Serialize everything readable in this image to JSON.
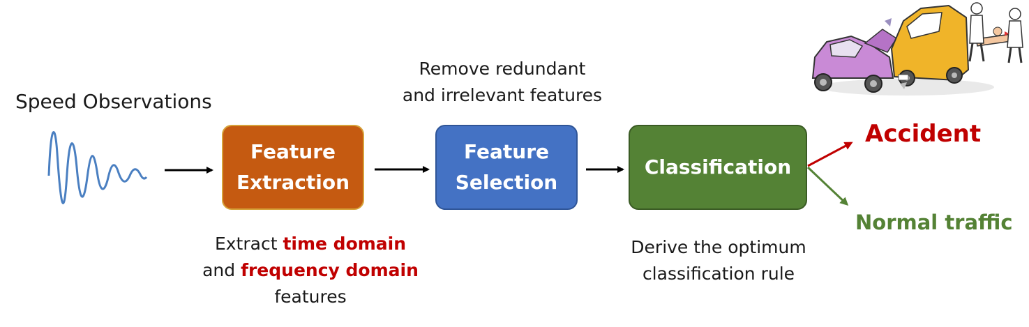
{
  "input": {
    "label": "Speed Observations"
  },
  "steps": [
    {
      "label_line1": "Feature",
      "label_line2": "Extraction",
      "color": "#c55a11"
    },
    {
      "label_line1": "Feature",
      "label_line2": "Selection",
      "color": "#4472c4"
    },
    {
      "label": "Classification",
      "color": "#548235"
    }
  ],
  "annotations": {
    "extraction": {
      "prefix": "Extract ",
      "highlight1": "time domain",
      "middle": "and ",
      "highlight2": "frequency domain",
      "suffix": "features"
    },
    "selection": {
      "line1": "Remove redundant",
      "line2": "and irrelevant features"
    },
    "classification": {
      "line1": "Derive the optimum",
      "line2": "classification rule"
    }
  },
  "outcomes": {
    "accident": {
      "label": "Accident",
      "color": "#c00000"
    },
    "normal": {
      "label": "Normal traffic",
      "color": "#548235"
    }
  },
  "icons": [
    "speed-wave-icon",
    "car-crash-illustration"
  ]
}
